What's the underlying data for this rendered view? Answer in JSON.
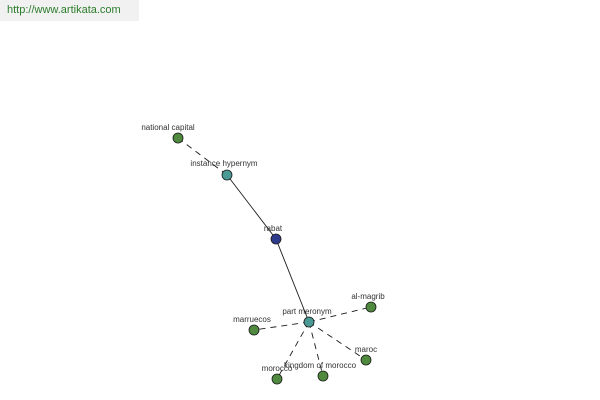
{
  "banner": {
    "url_text": "http://www.artikata.com",
    "text_color": "#2c7d2c",
    "background_color": "#f1f1f1"
  },
  "graph": {
    "colors": {
      "center": "#2e3a8c",
      "relation": "#4a9a96",
      "leaf": "#4f8a3f",
      "stroke": "#1a1a1a",
      "edge": "#1a1a1a"
    },
    "nodes": [
      {
        "id": "national-capital",
        "label": "national capital",
        "kind": "leaf"
      },
      {
        "id": "instance-hypernym",
        "label": "instance hypernym",
        "kind": "relation"
      },
      {
        "id": "rabat",
        "label": "rabat",
        "kind": "center"
      },
      {
        "id": "part-meronym",
        "label": "part meronym",
        "kind": "relation"
      },
      {
        "id": "al-magrib",
        "label": "al-magrib",
        "kind": "leaf"
      },
      {
        "id": "marruecos",
        "label": "marruecos",
        "kind": "leaf"
      },
      {
        "id": "maroc",
        "label": "maroc",
        "kind": "leaf"
      },
      {
        "id": "kingdom-of-morocco",
        "label": "kingdom of morocco",
        "kind": "leaf"
      },
      {
        "id": "morocco",
        "label": "morocco",
        "kind": "leaf"
      }
    ],
    "edges": [
      {
        "from": "national-capital",
        "to": "instance-hypernym",
        "style": "dashed"
      },
      {
        "from": "instance-hypernym",
        "to": "rabat",
        "style": "solid"
      },
      {
        "from": "rabat",
        "to": "part-meronym",
        "style": "solid"
      },
      {
        "from": "part-meronym",
        "to": "al-magrib",
        "style": "dashed"
      },
      {
        "from": "part-meronym",
        "to": "marruecos",
        "style": "dashed"
      },
      {
        "from": "part-meronym",
        "to": "maroc",
        "style": "dashed"
      },
      {
        "from": "part-meronym",
        "to": "kingdom-of-morocco",
        "style": "dashed"
      },
      {
        "from": "part-meronym",
        "to": "morocco",
        "style": "dashed"
      }
    ]
  }
}
